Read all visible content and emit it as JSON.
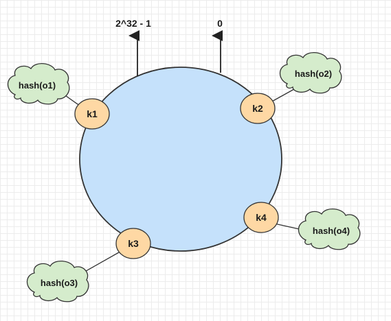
{
  "ring": {
    "top_left_label": "2^32 - 1",
    "top_right_label": "0"
  },
  "nodes": {
    "k1": "k1",
    "k2": "k2",
    "k3": "k3",
    "k4": "k4"
  },
  "objects": {
    "o1": "hash(o1)",
    "o2": "hash(o2)",
    "o3": "hash(o3)",
    "o4": "hash(o4)"
  },
  "colors": {
    "ring_fill": "#c5e1fb",
    "node_fill": "#fed8a4",
    "cloud_fill": "#d5eccc",
    "stroke": "#333333"
  }
}
